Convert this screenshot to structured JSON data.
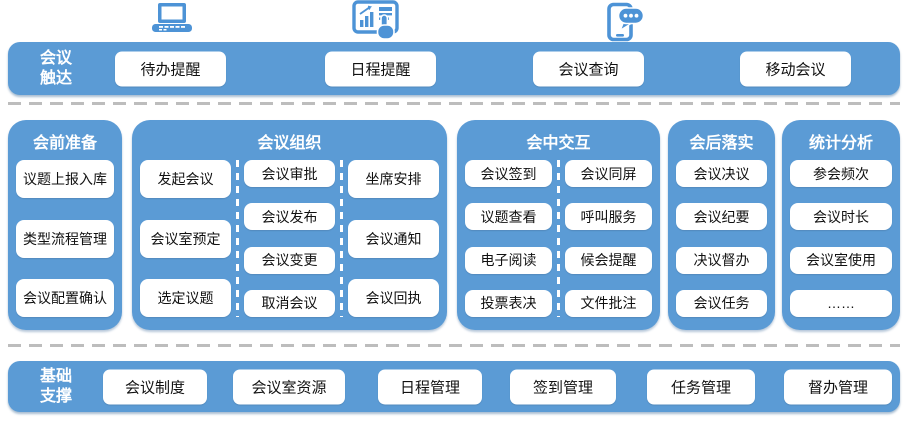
{
  "colors": {
    "band_blue": "#5B9BD5",
    "icon_blue": "#4D93D6",
    "pill_background": "#FFFFFF",
    "pill_text": "#111111",
    "dash_gray": "#BDBDBD"
  },
  "icons": [
    {
      "name": "laptop-icon"
    },
    {
      "name": "tablet-chart-touch-icon"
    },
    {
      "name": "phone-chat-icon"
    }
  ],
  "top_band": {
    "label": "会议\n触达",
    "items": [
      "待办提醒",
      "日程提醒",
      "会议查询",
      "移动会议"
    ]
  },
  "columns": [
    {
      "title": "会前准备",
      "groups": [
        {
          "items": [
            "议题上报入库",
            "类型流程管理",
            "会议配置确认"
          ]
        }
      ]
    },
    {
      "title": "会议组织",
      "groups": [
        {
          "items": [
            "发起会议",
            "会议室预定",
            "选定议题"
          ]
        },
        {
          "items": [
            "会议审批",
            "会议发布",
            "会议变更",
            "取消会议"
          ]
        },
        {
          "items": [
            "坐席安排",
            "会议通知",
            "会议回执"
          ]
        }
      ]
    },
    {
      "title": "会中交互",
      "groups": [
        {
          "items": [
            "会议签到",
            "议题查看",
            "电子阅读",
            "投票表决"
          ]
        },
        {
          "items": [
            "会议同屏",
            "呼叫服务",
            "候会提醒",
            "文件批注"
          ]
        }
      ]
    },
    {
      "title": "会后落实",
      "groups": [
        {
          "items": [
            "会议决议",
            "会议纪要",
            "决议督办",
            "会议任务"
          ]
        }
      ]
    },
    {
      "title": "统计分析",
      "groups": [
        {
          "items": [
            "参会频次",
            "会议时长",
            "会议室使用",
            "……"
          ]
        }
      ]
    }
  ],
  "bottom_band": {
    "label": "基础\n支撑",
    "items": [
      "会议制度",
      "会议室资源",
      "日程管理",
      "签到管理",
      "任务管理",
      "督办管理"
    ]
  }
}
